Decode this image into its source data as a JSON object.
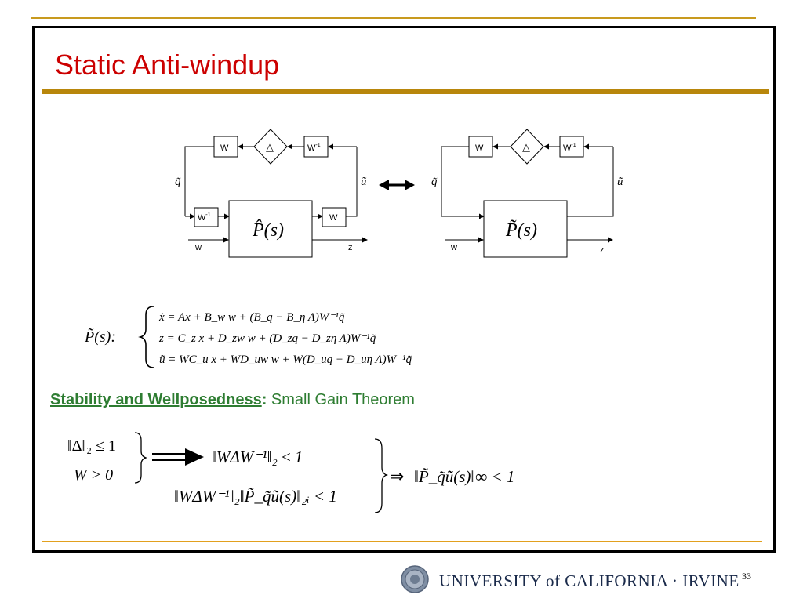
{
  "slide": {
    "title": "Static Anti-windup",
    "page_number": "33",
    "accent_title": "#cc0000",
    "accent_rule": "#b8860b",
    "accent_green": "#2e7d32"
  },
  "diagram_left": {
    "top_w": "W",
    "delta": "△",
    "top_winv": "W",
    "sup": "-1",
    "bottom_winv": "W",
    "bottom_w": "W",
    "plant": "P̂(s)",
    "q_label": "q̃",
    "u_label": "ũ",
    "in_label": "w",
    "out_label": "z"
  },
  "diagram_right": {
    "top_w": "W",
    "delta": "△",
    "top_winv": "W",
    "sup": "-1",
    "plant": "P̃(s)",
    "q_label": "q̃",
    "u_label": "ũ",
    "in_label": "w",
    "out_label": "z"
  },
  "equations": {
    "lhs": "P̃(s):",
    "line1": "ẋ = Ax + B_w w + (B_q − B_η Λ)W⁻¹q̃",
    "line2": "z = C_z x + D_zw w + (D_zq − D_zη Λ)W⁻¹q̃",
    "line3": "ũ = WC_u x + WD_uw w + W(D_uq − D_uη Λ)W⁻¹q̃"
  },
  "stability": {
    "label": "Stability and Wellposedness",
    "colon": ":",
    "text": " Small Gain Theorem"
  },
  "conditions": {
    "c1": "‖Δ‖₂ ≤ 1",
    "c2": "W > 0",
    "imp1": "‖WΔW⁻¹‖₂ ≤ 1",
    "imp2": "‖WΔW⁻¹‖₂‖P̃_q̃ũ(s)‖₂ᵢ < 1",
    "arrow": "⇒",
    "result": "‖P̃_q̃ũ(s)‖∞ < 1"
  },
  "footer": {
    "university": "UNIVERSITY of CALIFORNIA · IRVINE",
    "seal": "UC seal"
  }
}
